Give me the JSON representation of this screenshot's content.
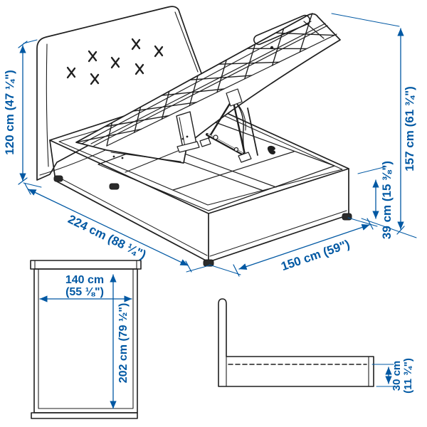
{
  "colors": {
    "dimension_blue": "#0058a3",
    "line_dark": "#1f1f1f",
    "background": "#ffffff"
  },
  "views": {
    "bed_3d": {
      "headboard_height": "120 cm (47 ¼\")",
      "length": "224 cm (88 ¼\")",
      "width": "150 cm (59\")",
      "open_height": "157 cm (61 ¾\")",
      "base_height": "39 cm (15 ⅜\")"
    },
    "top_view": {
      "width_cm": "140 cm",
      "width_in": "(55 ⅛\")",
      "length": "202 cm (79 ½\")"
    },
    "side_view": {
      "base_height_cm": "30 cm",
      "base_height_in": "(11 ¾\")"
    }
  }
}
